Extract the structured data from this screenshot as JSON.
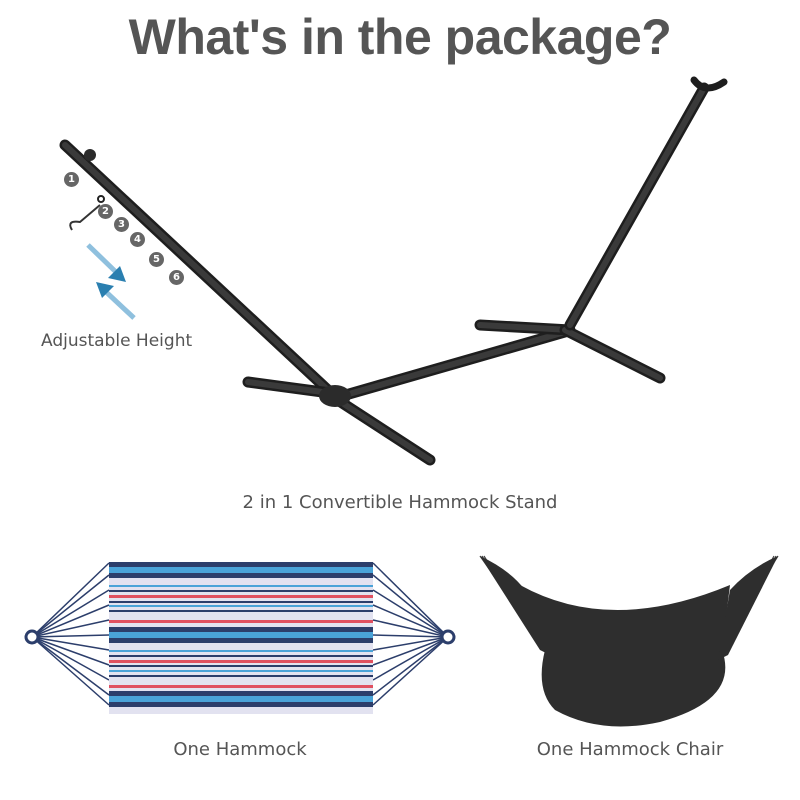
{
  "title": "What's in the package?",
  "stand": {
    "label": "2 in 1 Convertible Hammock Stand",
    "adjustable_label": "Adjustable Height",
    "height_positions": [
      "1",
      "2",
      "3",
      "4",
      "5",
      "6"
    ],
    "frame_color": "#2b2b2b"
  },
  "hammock": {
    "label": "One Hammock",
    "stripe_colors": {
      "navy": "#2c3e6b",
      "sky": "#4aa3d8",
      "red": "#e05060",
      "lavender": "#e2e2f0"
    },
    "rope_color": "#2c3e6b"
  },
  "chair": {
    "label": "One Hammock Chair",
    "fabric_color": "#2e2e2e"
  },
  "arrow_color": "#2a7fb0"
}
